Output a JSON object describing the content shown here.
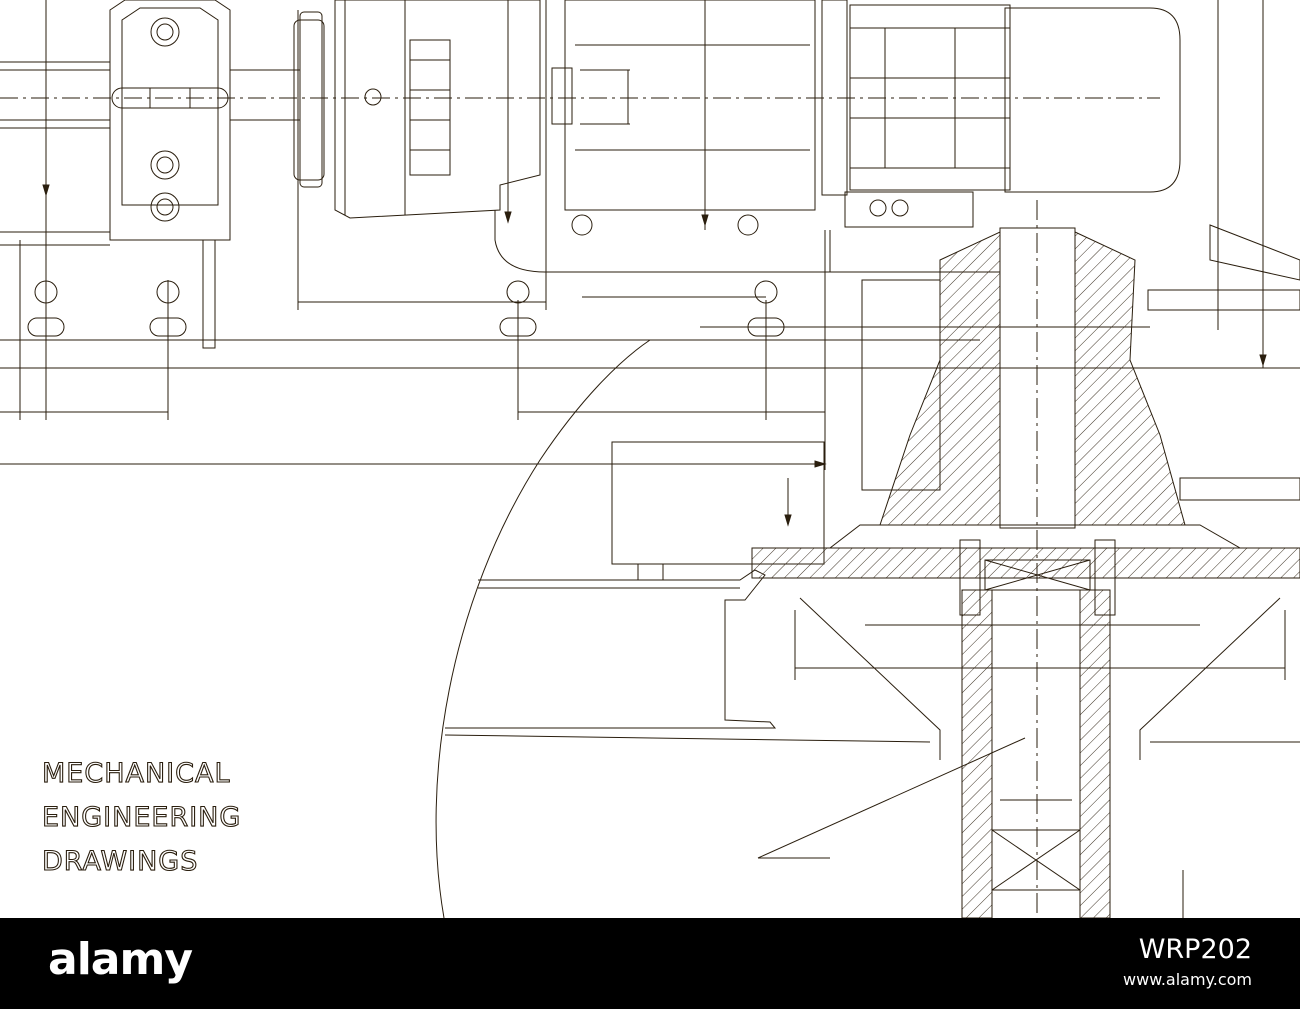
{
  "title": {
    "lines": [
      "MECHANICAL",
      "ENGINEERING",
      "DRAWINGS"
    ]
  },
  "footer": {
    "brand": "alamy",
    "image_id": "WRP202",
    "url": "www.alamy.com"
  },
  "colors": {
    "line": "#2a1e0e",
    "background": "#ffffff",
    "footer_bg": "#000000",
    "footer_text": "#ffffff"
  }
}
